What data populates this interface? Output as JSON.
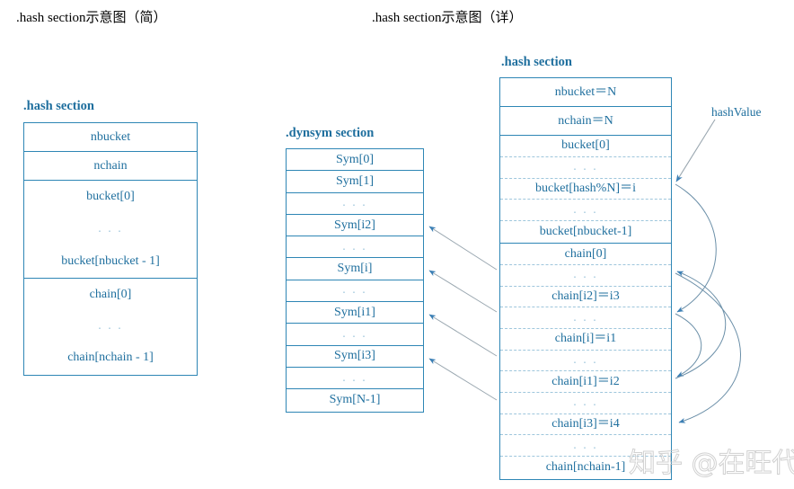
{
  "titles": {
    "simple": ".hash section示意图（简）",
    "detail": ".hash section示意图（详）"
  },
  "colors": {
    "border": "#2e86b5",
    "text": "#1f6f9e",
    "dashed": "#9ec6dc",
    "arrow": "#3b7fb5",
    "title": "#000000",
    "watermark": "#c9c9c9"
  },
  "simple_hash": {
    "label": ".hash section",
    "rows_nbucket": "nbucket",
    "rows_nchain": "nchain",
    "bucket_block": [
      "bucket[0]",
      ". . .",
      "bucket[nbucket - 1]"
    ],
    "chain_block": [
      "chain[0]",
      ". . .",
      "chain[nchain - 1]"
    ]
  },
  "dynsym": {
    "label": ".dynsym section",
    "rows": [
      "Sym[0]",
      "Sym[1]",
      ". . .",
      "Sym[i2]",
      ". . .",
      "Sym[i]",
      ". . .",
      "Sym[i1]",
      ". . .",
      "Sym[i3]",
      ". . .",
      "Sym[N-1]"
    ]
  },
  "detail_hash": {
    "label": ".hash section",
    "nbucket": "nbucket＝N",
    "nchain": "nchain＝N",
    "bucket_block": [
      "bucket[0]",
      ". . .",
      "bucket[hash%N]＝i",
      ". . .",
      "bucket[nbucket-1]"
    ],
    "chain_block": [
      "chain[0]",
      ". . .",
      "chain[i2]＝i3",
      ". . .",
      "chain[i]＝i1",
      ". . .",
      "chain[i1]＝i2",
      ". . .",
      "chain[i3]＝i4",
      ". . .",
      "chain[nchain-1]"
    ]
  },
  "annotations": {
    "hash_value": "hashValue"
  },
  "watermark": {
    "text": "知乎 @在旺代"
  }
}
